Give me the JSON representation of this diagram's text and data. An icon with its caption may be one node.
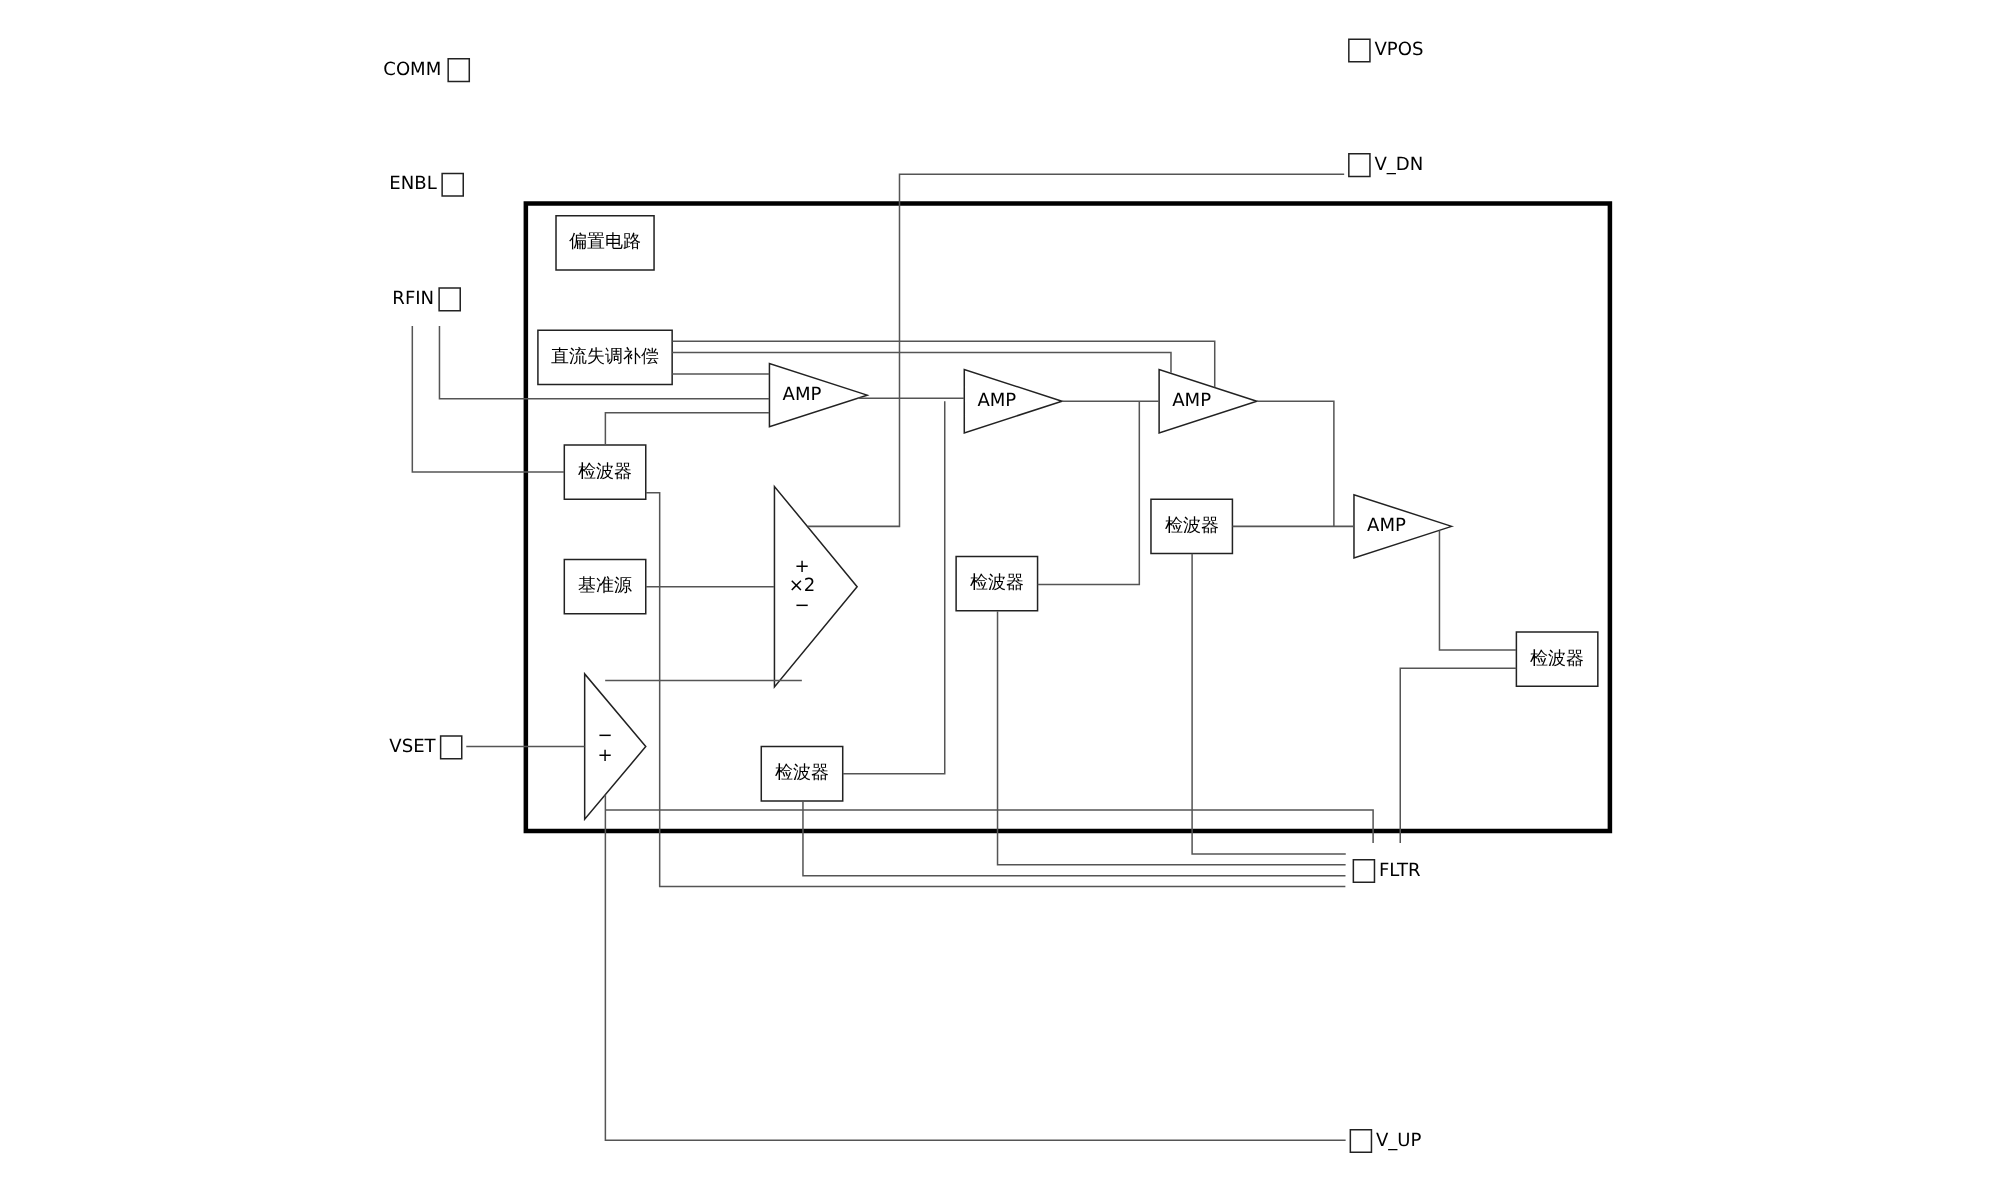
{
  "diagram": {
    "nodes": [
      {
        "text": [],
        "shape": "box"
      },
      {
        "text": [],
        "shape": "box",
        "beside": [
          "VSET"
        ]
      },
      {
        "text": [],
        "shape": "box",
        "beside": [
          "ENBL"
        ]
      },
      {
        "text": [],
        "shape": "box",
        "beside": [
          "RFIN"
        ]
      },
      {
        "text": [],
        "shape": "box",
        "beside": [
          "COMM"
        ]
      },
      {
        "text": [],
        "shape": "box",
        "beside": [
          "VPOS"
        ]
      },
      {
        "text": [],
        "shape": "box",
        "beside": [
          "V_DN"
        ]
      },
      {
        "text": [],
        "shape": "box",
        "beside": [
          "V_UP"
        ]
      },
      {
        "text": [],
        "shape": "box",
        "beside": [
          "FLTR"
        ]
      },
      {
        "text": [
          "偏置电路"
        ],
        "in": 0
      },
      {
        "text": [
          "基准源"
        ],
        "in": 0
      },
      {
        "text": [
          "−",
          "+"
        ],
        "in": 0
      },
      {
        "text": [
          "+",
          "×2",
          "−"
        ],
        "in": 0
      },
      {
        "text": [
          "检波器"
        ],
        "in": 0
      },
      {
        "text": [
          "检波器"
        ],
        "in": 0
      },
      {
        "text": [
          "检波器"
        ],
        "in": 0
      },
      {
        "text": [
          "检波器"
        ],
        "in": 0
      },
      {
        "text": [
          "检波器"
        ],
        "in": 0
      },
      {
        "text": [
          "AMP"
        ],
        "in": 0
      },
      {
        "text": [
          "AMP"
        ],
        "in": 0
      },
      {
        "text": [
          "AMP"
        ],
        "in": 0
      },
      {
        "text": [
          "AMP"
        ],
        "in": 0
      },
      {
        "text": [
          "直流失调补偿"
        ],
        "in": 0
      }
    ],
    "edges": [
      {
        "from": 1,
        "to": 11,
        "arrow": "none"
      },
      {
        "from": 10,
        "to": 12,
        "arrow": "none"
      },
      {
        "from": 11,
        "to": 12,
        "arrow": "none"
      },
      {
        "from": 11,
        "to": 7,
        "arrow": "none"
      },
      {
        "from": 12,
        "to": 6,
        "arrow": "none"
      },
      {
        "from": 8,
        "to": 11,
        "arrow": "none"
      },
      {
        "from": 13,
        "to": 8,
        "arrow": "none"
      },
      {
        "from": 14,
        "to": 8,
        "arrow": "none"
      },
      {
        "from": 15,
        "to": 8,
        "arrow": "none"
      },
      {
        "from": 16,
        "to": 8,
        "arrow": "none"
      },
      {
        "from": 17,
        "to": 8,
        "arrow": "none"
      },
      {
        "from": 3,
        "to": 13,
        "arrow": "none"
      },
      {
        "from": 3,
        "to": 18,
        "arrow": "none"
      },
      {
        "from": 13,
        "to": 18,
        "arrow": "none"
      },
      {
        "from": 22,
        "to": 18,
        "arrow": "none"
      },
      {
        "from": 18,
        "to": 19,
        "arrow": "none"
      },
      {
        "from": 14,
        "to": 19,
        "arrow": "none"
      },
      {
        "from": 19,
        "to": 20,
        "arrow": "none"
      },
      {
        "from": 15,
        "to": 20,
        "arrow": "none"
      },
      {
        "from": 22,
        "to": 20,
        "arrow": "none"
      },
      {
        "from": 22,
        "to": 20,
        "arrow": "none"
      },
      {
        "from": 20,
        "to": 21,
        "arrow": "none"
      },
      {
        "from": 16,
        "to": 21,
        "arrow": "none"
      },
      {
        "from": 21,
        "to": 17,
        "arrow": "none"
      }
    ]
  }
}
